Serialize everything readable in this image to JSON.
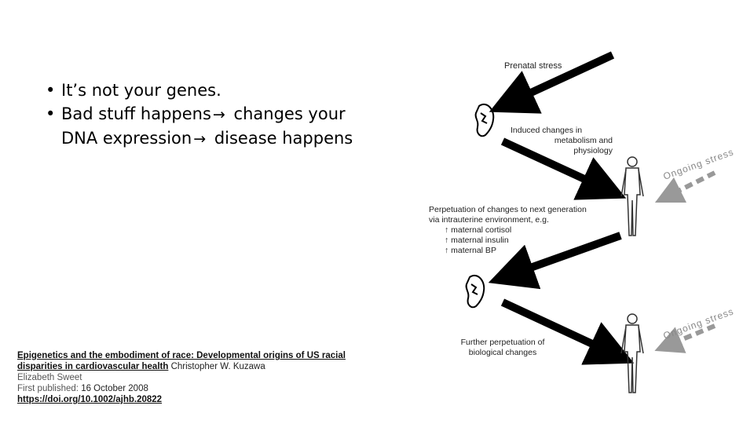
{
  "bullets": [
    {
      "parts": [
        "It’s not your genes."
      ]
    },
    {
      "parts": [
        "Bad stuff happens",
        "changes your DNA expression",
        "disease happens"
      ]
    }
  ],
  "arrow_icon": "right-arrow-icon",
  "citation": {
    "title_link": "Epigenetics and the embodiment of race: Developmental origins of US racial disparities in cardiovascular health",
    "author1": "Christopher W. Kuzawa",
    "author2": "Elizabeth Sweet",
    "published_label": "First published:",
    "published_date": "16 October 2008",
    "doi_link": "https://doi.org/10.1002/ajhb.20822"
  },
  "figure": {
    "prenatal_stress": "Prenatal stress",
    "induced_line1": "Induced changes in",
    "induced_line2": "metabolism and",
    "induced_line3": "physiology",
    "ongoing_stress_1": "Ongoing stress",
    "perpetuation_line1": "Perpetuation of changes to next generation",
    "perpetuation_line2": "via intrauterine environment, e.g.",
    "item1": "↑ maternal cortisol",
    "item2": "↑ maternal insulin",
    "item3": "↑ maternal BP",
    "ongoing_stress_2": "Ongoing stress",
    "further_line1": "Further perpetuation of",
    "further_line2": "biological changes",
    "icons": [
      "fetus-icon",
      "human-figure-icon",
      "dashed-arrow-icon"
    ]
  }
}
